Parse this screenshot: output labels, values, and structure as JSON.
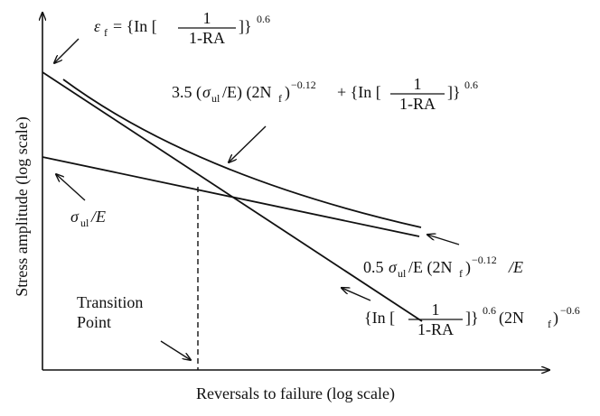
{
  "diagram": {
    "y_axis_label": "Stress amplitude (log scale)",
    "x_axis_label": "Reversals to failure (log scale)",
    "transition_label_line1": "Transition",
    "transition_label_line2": "Point",
    "eps_f_equation": {
      "symbol": "ε",
      "subscript": "f",
      "equals": "= {In [",
      "numerator": "1",
      "denominator": "1-RA",
      "close": "]}",
      "exponent": "0.6"
    },
    "total_curve_equation": {
      "coef": "3.5 (",
      "sigma": "σ",
      "sigma_sub": "ul",
      "over_E": "/E) (2N",
      "N_sub": "f",
      "close_paren": ")",
      "exponent1": "−0.12",
      "plus_part": "+ {In [",
      "numerator": "1",
      "denominator": "1-RA",
      "close": "]}",
      "exponent2": "0.6"
    },
    "sigma_label": {
      "sigma": "σ",
      "sub": "ul",
      "over": "/E"
    },
    "elastic_equation": {
      "coef": "0.5",
      "sigma": "σ",
      "sigma_sub": "ul",
      "mid": "/E (2N",
      "N_sub": "f",
      "close": ")",
      "exponent": "−0.12",
      "tail": "/E"
    },
    "plastic_equation": {
      "open": "{In [",
      "numerator": "1",
      "denominator": "1-RA",
      "close": "]}",
      "exponent1": "0.6",
      "mid": "(2N",
      "N_sub": "f",
      "close2": ")",
      "exponent2": "−0.6"
    }
  }
}
